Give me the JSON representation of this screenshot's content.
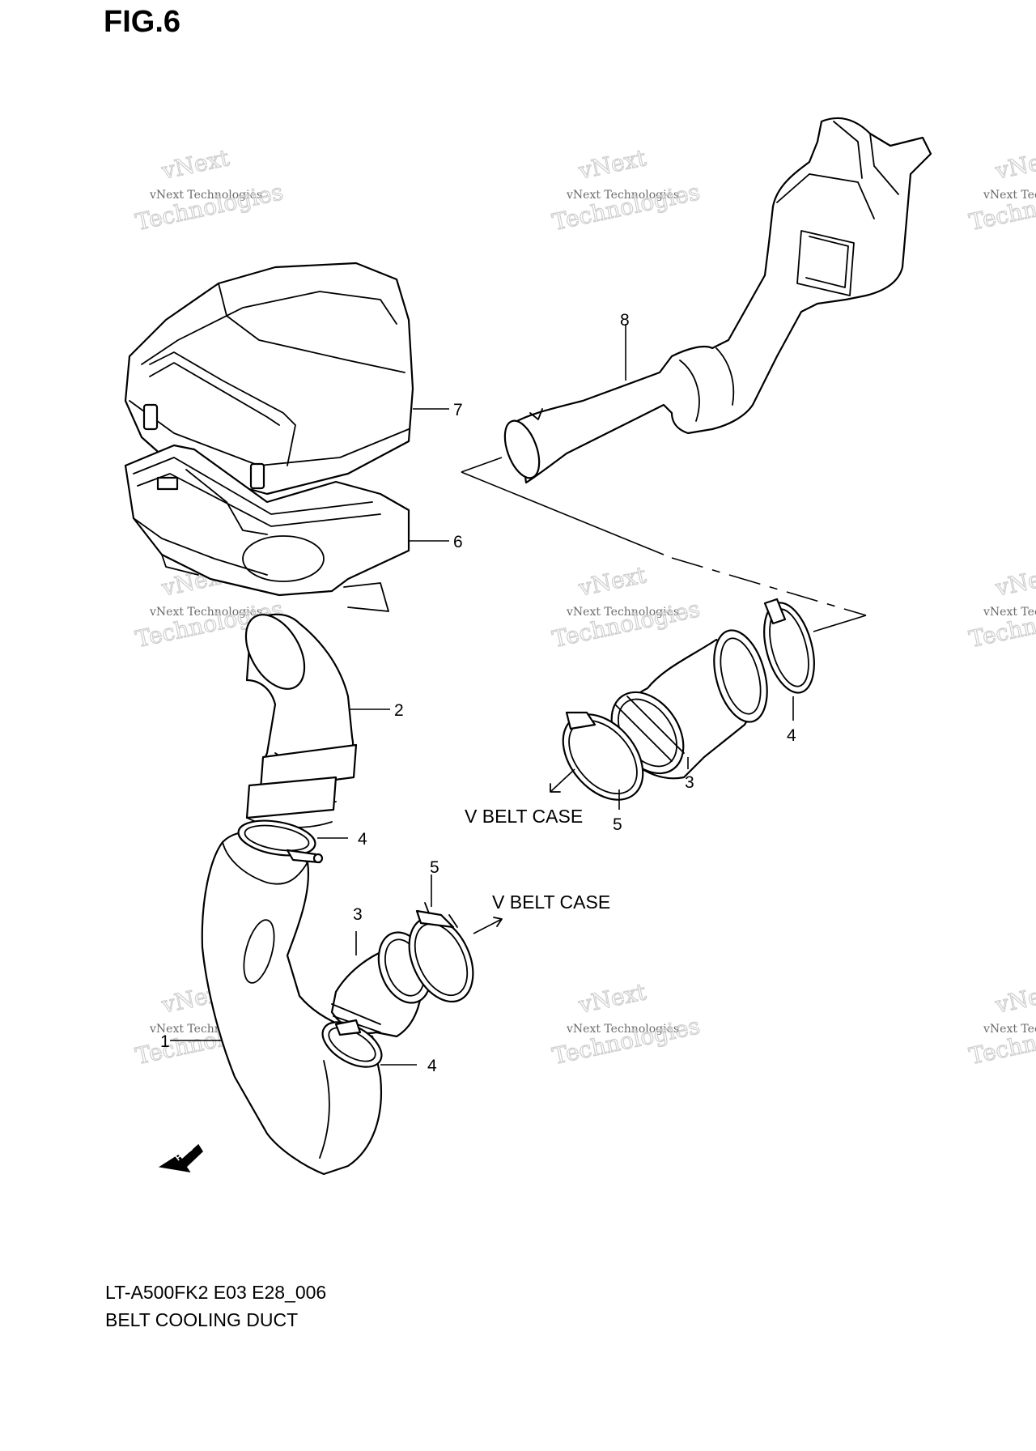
{
  "figure": {
    "title": "FIG.6"
  },
  "footer": {
    "model_code": "LT-A500FK2 E03 E28_006",
    "diagram_name": "BELT COOLING DUCT"
  },
  "labels": {
    "v_belt_case_1": "V BELT CASE",
    "v_belt_case_2": "V BELT CASE",
    "fwd": "FWD"
  },
  "callouts": [
    {
      "id": "part-1",
      "number": "1"
    },
    {
      "id": "part-2",
      "number": "2"
    },
    {
      "id": "part-3-lower",
      "number": "3"
    },
    {
      "id": "part-3-upper",
      "number": "3"
    },
    {
      "id": "part-4-lower-a",
      "number": "4"
    },
    {
      "id": "part-4-lower-b",
      "number": "4"
    },
    {
      "id": "part-4-upper",
      "number": "4"
    },
    {
      "id": "part-5-lower",
      "number": "5"
    },
    {
      "id": "part-5-upper",
      "number": "5"
    },
    {
      "id": "part-6",
      "number": "6"
    },
    {
      "id": "part-7",
      "number": "7"
    },
    {
      "id": "part-8",
      "number": "8"
    }
  ],
  "watermark": {
    "line1": "vNext Technologies",
    "line2": "Technologies",
    "top": "vNext"
  },
  "colors": {
    "ink": "#000000",
    "watermark": "#cfcfcf",
    "background": "#ffffff"
  }
}
